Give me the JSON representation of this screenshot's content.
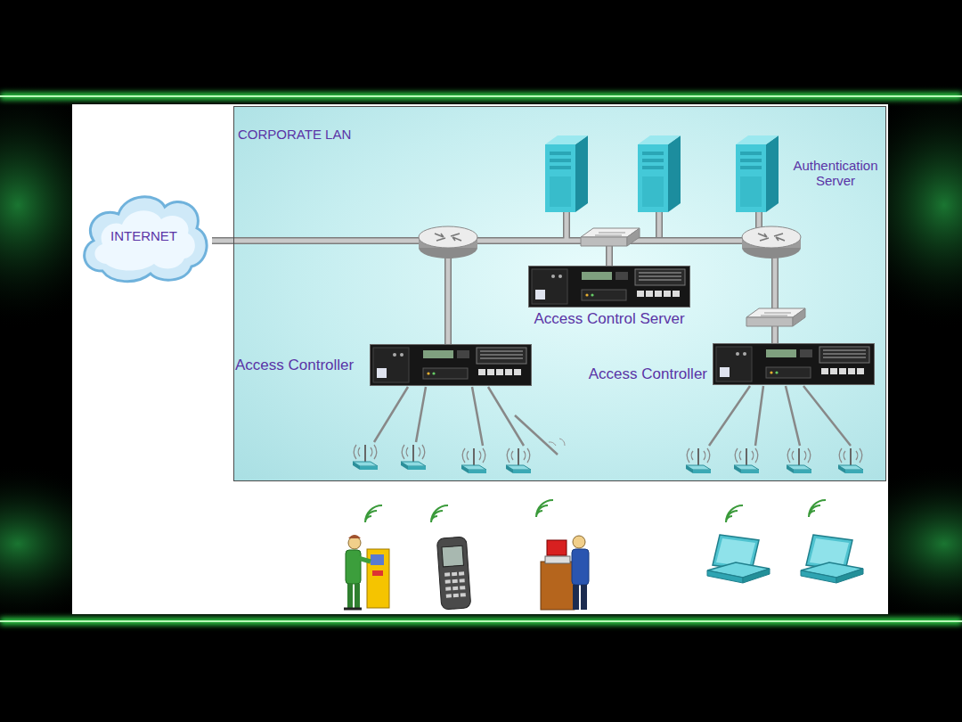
{
  "diagram": {
    "nodes": [
      {
        "text": [
          "CORPORATE LAN"
        ]
      },
      {
        "text": [
          "INTERNET"
        ]
      },
      {
        "text": [
          "Authentication Server"
        ],
        "in": 0
      },
      {
        "text": [
          "Access Control Server"
        ],
        "in": 0
      },
      {
        "text": [
          "Access Controller"
        ],
        "in": 0
      },
      {
        "text": [
          "Access Controller"
        ],
        "in": 0
      }
    ],
    "edges": [
      {
        "from": 1,
        "to": 4,
        "arrow": "none"
      },
      {
        "from": 3,
        "to": 2,
        "arrow": "none"
      },
      {
        "from": 5,
        "to": 2,
        "arrow": "none"
      }
    ]
  }
}
